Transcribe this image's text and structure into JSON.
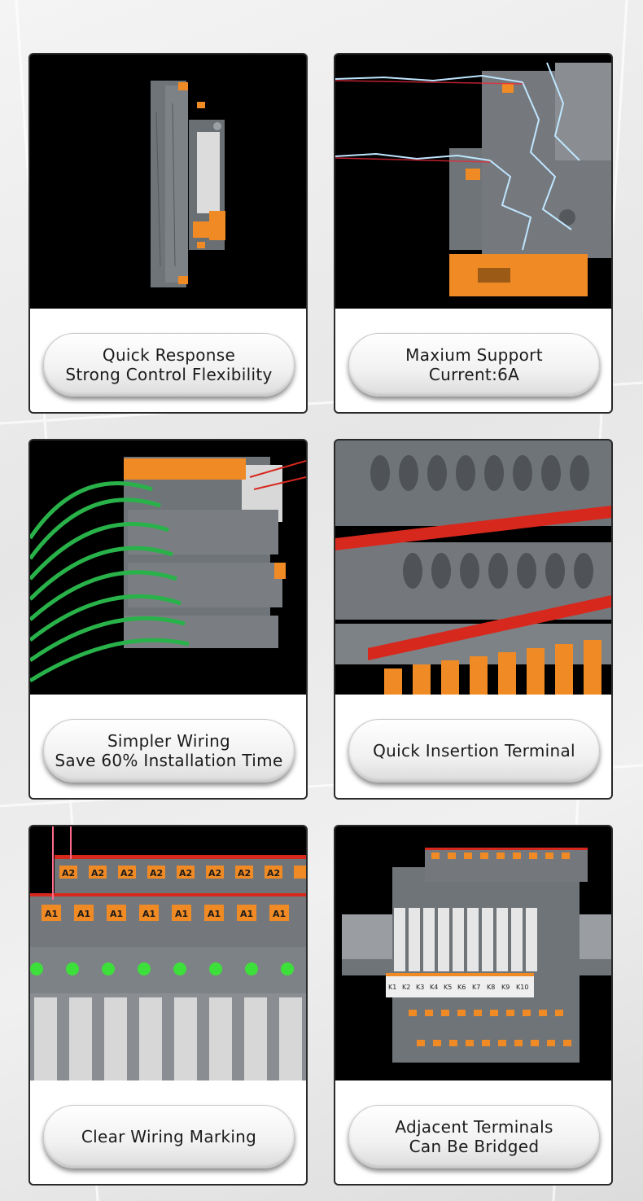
{
  "cards": [
    {
      "caption_line1": "Quick Response",
      "caption_line2": "Strong Control Flexibility"
    },
    {
      "caption_line1": "Maxium Support",
      "caption_line2": "Current:6A"
    },
    {
      "caption_line1": "Simpler Wiring",
      "caption_line2": "Save 60% Installation Time"
    },
    {
      "caption_line1": "Quick Insertion Terminal",
      "caption_line2": ""
    },
    {
      "caption_line1": "Clear Wiring Marking",
      "caption_line2": ""
    },
    {
      "caption_line1": "Adjacent Terminals",
      "caption_line2": "Can Be Bridged"
    }
  ],
  "terminal_labels": {
    "a1": "A1",
    "a2": "A2",
    "k_markers": [
      "K1",
      "K2",
      "K3",
      "K4",
      "K5",
      "K6",
      "K7",
      "K8",
      "K9",
      "K10"
    ]
  },
  "colors": {
    "relay_gray": "#6f7478",
    "terminal_orange": "#f08a24",
    "wire_green": "#29b24a",
    "bridge_red": "#d7281e",
    "led_green": "#3de03a",
    "card_border": "#2a2a2a"
  }
}
